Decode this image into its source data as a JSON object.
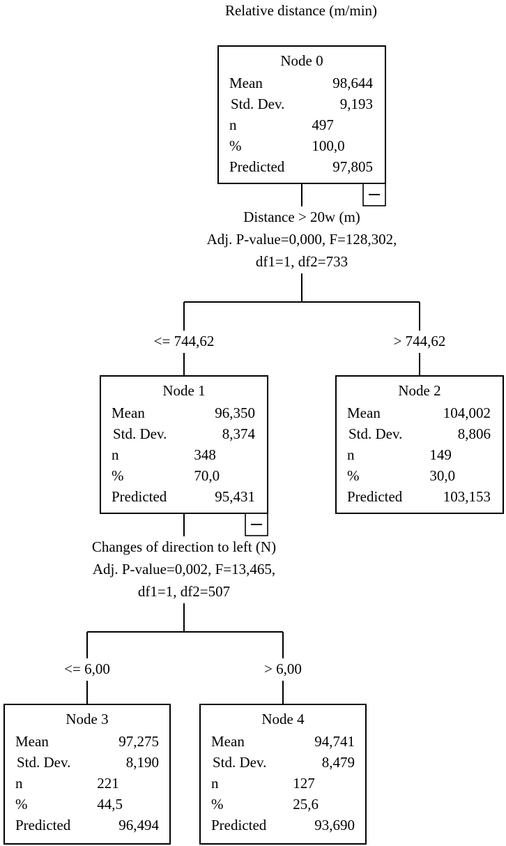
{
  "title": "Relative distance (m/min)",
  "labels": {
    "mean": "Mean",
    "std_dev": "Std. Dev.",
    "n": "n",
    "percent": "%",
    "predicted": "Predicted"
  },
  "nodes": [
    {
      "id": "Node 0",
      "mean": "98,644",
      "std_dev": "9,193",
      "n": "497",
      "percent": "100,0",
      "predicted": "97,805",
      "collapse_button": true
    },
    {
      "id": "Node 1",
      "mean": "96,350",
      "std_dev": "8,374",
      "n": "348",
      "percent": "70,0",
      "predicted": "95,431",
      "collapse_button": true
    },
    {
      "id": "Node 2",
      "mean": "104,002",
      "std_dev": "8,806",
      "n": "149",
      "percent": "30,0",
      "predicted": "103,153",
      "collapse_button": false
    },
    {
      "id": "Node 3",
      "mean": "97,275",
      "std_dev": "8,190",
      "n": "221",
      "percent": "44,5",
      "predicted": "96,494",
      "collapse_button": false
    },
    {
      "id": "Node 4",
      "mean": "94,741",
      "std_dev": "8,479",
      "n": "127",
      "percent": "25,6",
      "predicted": "93,690",
      "collapse_button": false
    }
  ],
  "splits": [
    {
      "parent": "Node 0",
      "lines": [
        "Distance > 20w (m)",
        "Adj. P-value=0,000, F=128,302,",
        "df1=1, df2=733"
      ]
    },
    {
      "parent": "Node 1",
      "lines": [
        "Changes of direction  to left (N)",
        "Adj. P-value=0,002, F=13,465,",
        "df1=1, df2=507"
      ]
    }
  ],
  "edges": [
    {
      "from": "Node 0",
      "to": "Node 1",
      "label": "<= 744,62"
    },
    {
      "from": "Node 0",
      "to": "Node 2",
      "label": "> 744,62"
    },
    {
      "from": "Node 1",
      "to": "Node 3",
      "label": "<= 6,00"
    },
    {
      "from": "Node 1",
      "to": "Node 4",
      "label": "> 6,00"
    }
  ],
  "collapse_symbol": "−"
}
